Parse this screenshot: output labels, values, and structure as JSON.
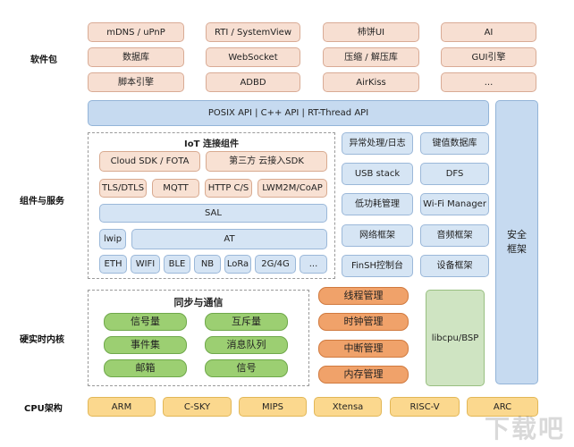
{
  "layers": {
    "packages": "软件包",
    "components": "组件与服务",
    "kernel": "硬实时内核",
    "cpu": "CPU架构"
  },
  "packages": {
    "row1": [
      "mDNS / uPnP",
      "RTI / SystemView",
      "柿饼UI",
      "AI"
    ],
    "row2": [
      "数据库",
      "WebSocket",
      "压缩 / 解压库",
      "GUI引擎"
    ],
    "row3": [
      "脚本引擎",
      "ADBD",
      "AirKiss",
      "..."
    ]
  },
  "api_bar": "POSIX API   |   C++ API   |   RT-Thread API",
  "iot": {
    "title": "IoT 连接组件",
    "cloud_sdk": "Cloud SDK / FOTA",
    "third_party": "第三方 云接入SDK",
    "protocols": [
      "TLS/DTLS",
      "MQTT",
      "HTTP C/S",
      "LWM2M/CoAP"
    ],
    "sal": "SAL",
    "lwip": "lwip",
    "at": "AT",
    "links": [
      "ETH",
      "WIFI",
      "BLE",
      "NB",
      "LoRa",
      "2G/4G",
      "..."
    ]
  },
  "services": {
    "left": [
      "异常处理/日志",
      "USB stack",
      "低功耗管理",
      "网络框架",
      "FinSH控制台"
    ],
    "right": [
      "键值数据库",
      "DFS",
      "Wi-Fi Manager",
      "音频框架",
      "设备框架"
    ]
  },
  "security": "安全\n框架",
  "sync": {
    "title": "同步与通信",
    "items": [
      "信号量",
      "互斥量",
      "事件集",
      "消息队列",
      "邮箱",
      "信号"
    ]
  },
  "kernel_mgmt": [
    "线程管理",
    "时钟管理",
    "中断管理",
    "内存管理"
  ],
  "libcpu": "libcpu/BSP",
  "cpu_arch": [
    "ARM",
    "C-SKY",
    "MIPS",
    "Xtensa",
    "RISC-V",
    "ARC"
  ],
  "watermark": "下载吧"
}
